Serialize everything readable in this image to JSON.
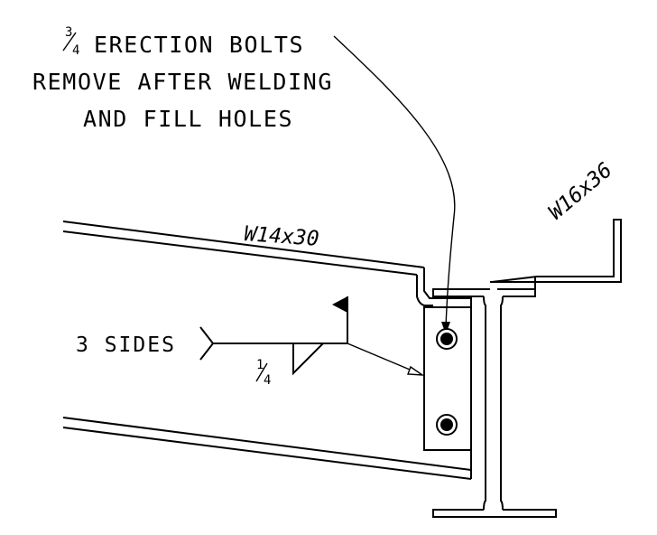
{
  "note": {
    "fraction_num": "3",
    "fraction_den": "4",
    "line1_rest": "ERECTION BOLTS",
    "line2": "REMOVE AFTER WELDING",
    "line3": "AND FILL HOLES"
  },
  "members": {
    "beam": "W14x30",
    "girder": "W16x36"
  },
  "weld": {
    "tail_note": "3 SIDES",
    "size_num": "1",
    "size_den": "4"
  },
  "colors": {
    "linework": "#000000",
    "background": "#ffffff"
  }
}
